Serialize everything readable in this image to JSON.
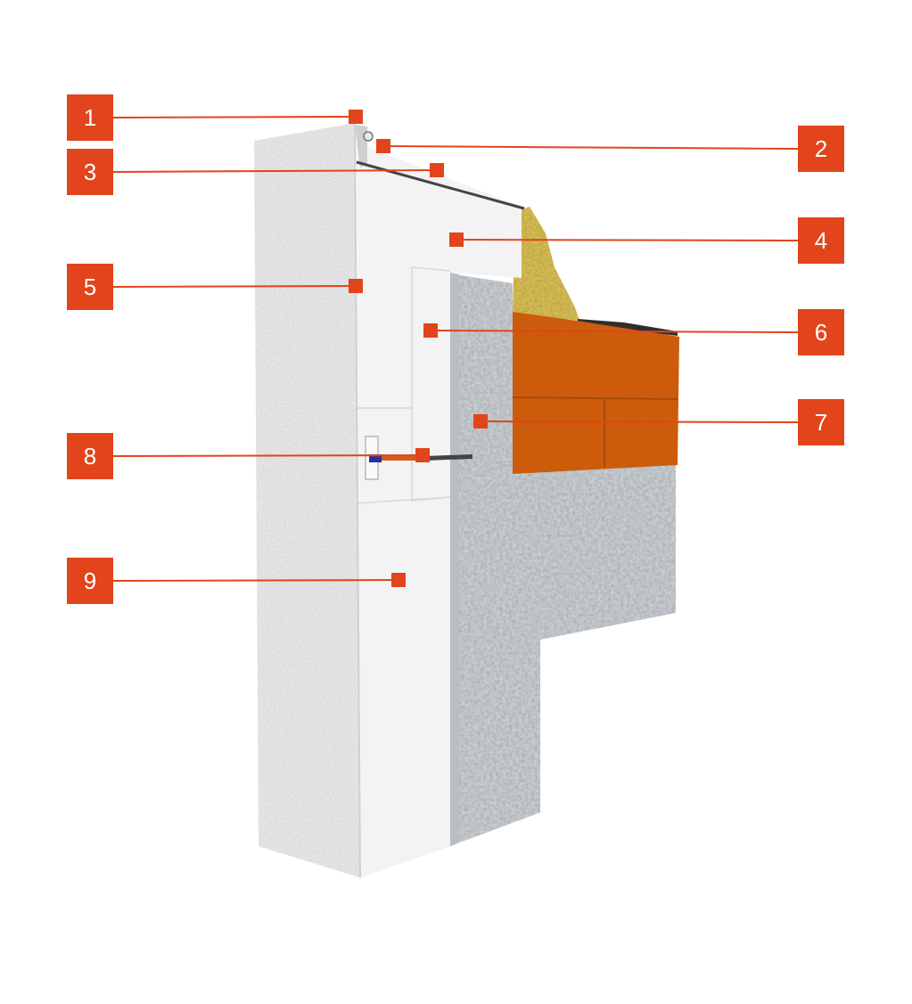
{
  "colors": {
    "accent": "#e2441b",
    "badge_text": "#ffffff",
    "render_stucco": "#efefef",
    "insulation_board": "#f3f3f3",
    "concrete": "#cdd1d4",
    "brick": "#cc5c0c",
    "mineral_wool": "#d9c25a",
    "background": "#ffffff"
  },
  "callouts": [
    {
      "number": "1",
      "side": "left"
    },
    {
      "number": "2",
      "side": "right"
    },
    {
      "number": "3",
      "side": "left"
    },
    {
      "number": "4",
      "side": "right"
    },
    {
      "number": "5",
      "side": "left"
    },
    {
      "number": "6",
      "side": "right"
    },
    {
      "number": "7",
      "side": "right"
    },
    {
      "number": "8",
      "side": "left"
    },
    {
      "number": "9",
      "side": "left"
    }
  ]
}
